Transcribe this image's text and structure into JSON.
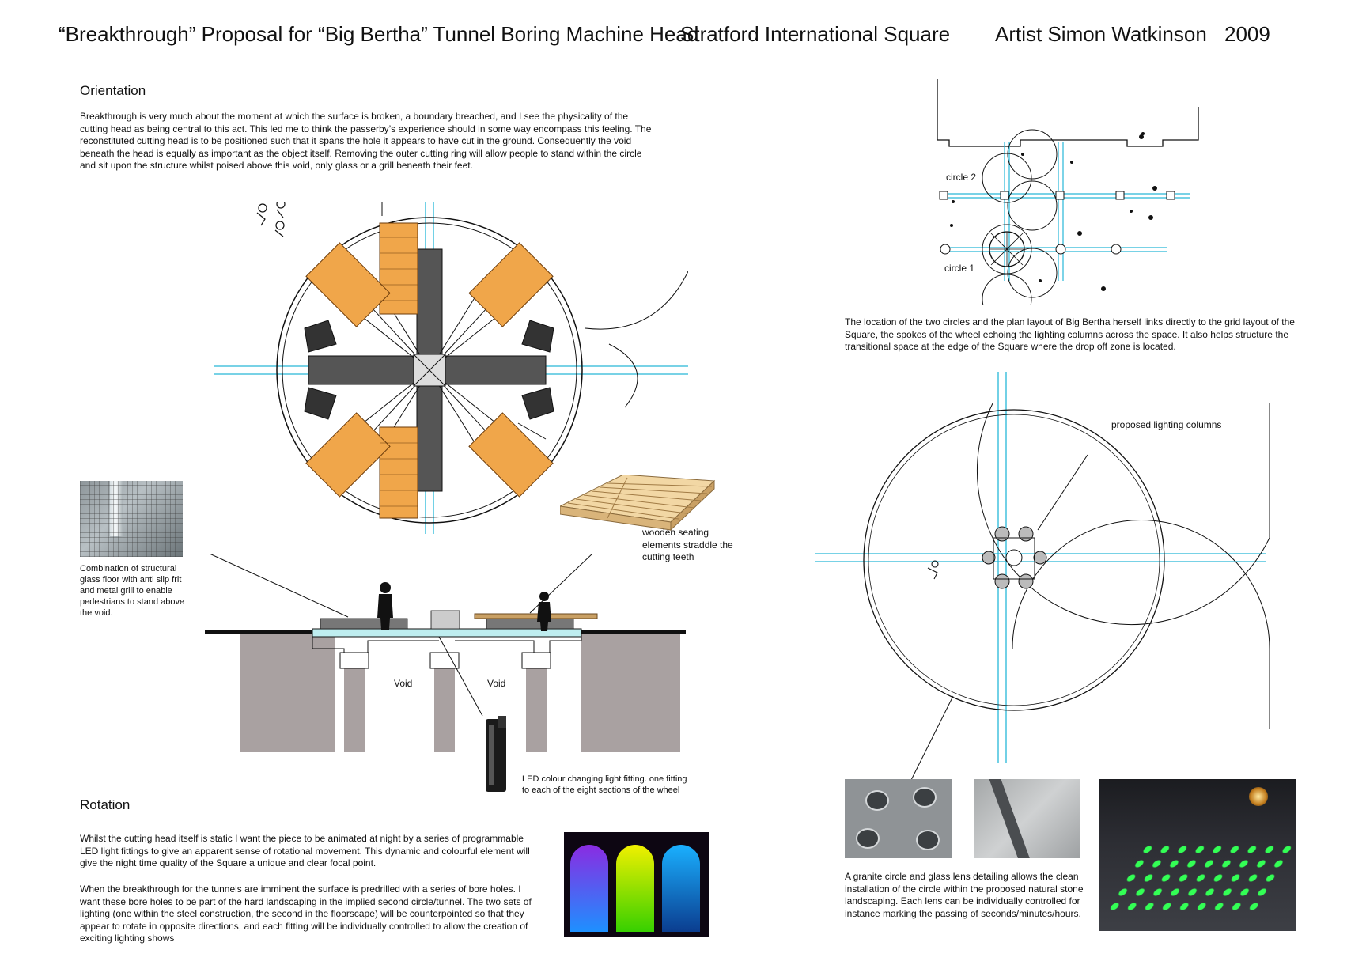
{
  "header": {
    "title": "“Breakthrough” Proposal for “Big Bertha” Tunnel Boring Machine Head",
    "location": "Stratford International Square",
    "artist": "Artist Simon Watkinson",
    "year": "2009"
  },
  "orientation": {
    "heading": "Orientation",
    "text": "Breakthrough is very much about the moment at which the surface is broken, a boundary breached, and I see the physicality of the cutting head as being central to this act.  This led me to think the passerby’s experience should in some way encompass this feeling. The reconstituted cutting head is to be positioned such that it spans the hole it appears to have cut in the ground. Consequently the void beneath the head is equally as important as the object itself. Removing the outer cutting ring will allow people to stand within the circle and sit upon the structure whilst poised above this void, only glass or a grill beneath their feet."
  },
  "section_drawing": {
    "glass_caption": "Combination of structural glass floor with anti slip frit and metal grill to enable pedestrians to stand above the void.",
    "seating_caption": "wooden seating elements straddle the cutting teeth",
    "void_left": "Void",
    "void_right": "Void",
    "led_caption": "LED colour changing light fitting. one fitting to each of the eight sections of the wheel"
  },
  "rotation": {
    "heading": "Rotation",
    "text1": "Whilst the cutting head itself is static I want the piece to be animated at night by a series of programmable LED light fittings to give an apparent sense of rotational movement. This dynamic and colourful element will give the night time quality of the Square a unique and clear focal point.",
    "text2": "When the breakthrough for the tunnels are imminent the surface is predrilled with a series of bore holes. I want these bore holes to be part of the hard landscaping in the implied second circle/tunnel. The two sets of lighting (one within the steel construction, the second in the floorscape) will be counterpointed so that they appear to rotate in opposite directions, and each fitting will be individually controlled to allow the creation of exciting lighting shows"
  },
  "site_plan": {
    "circle2_label": "circle 2",
    "circle1_label": "circle 1",
    "caption": "The location of the two circles and the plan layout of Big Bertha herself links directly to the grid layout of the Square, the spokes of the wheel echoing the lighting columns across the space. It also helps structure the transitional space at the edge of the Square where the drop off zone is located."
  },
  "circle_plan": {
    "lighting_label": "proposed lighting columns",
    "granite_caption": "A granite circle and glass lens detailing allows the clean installation of the circle within the proposed natural stone landscaping. Each lens can be individually controlled for instance marking the passing of seconds/minutes/hours."
  },
  "colors": {
    "wood": "#f0a64a",
    "guide_line": "#27b8d8",
    "concrete": "#a9a1a1",
    "glass": "#bfeef0",
    "led_green": "#33ff55"
  }
}
